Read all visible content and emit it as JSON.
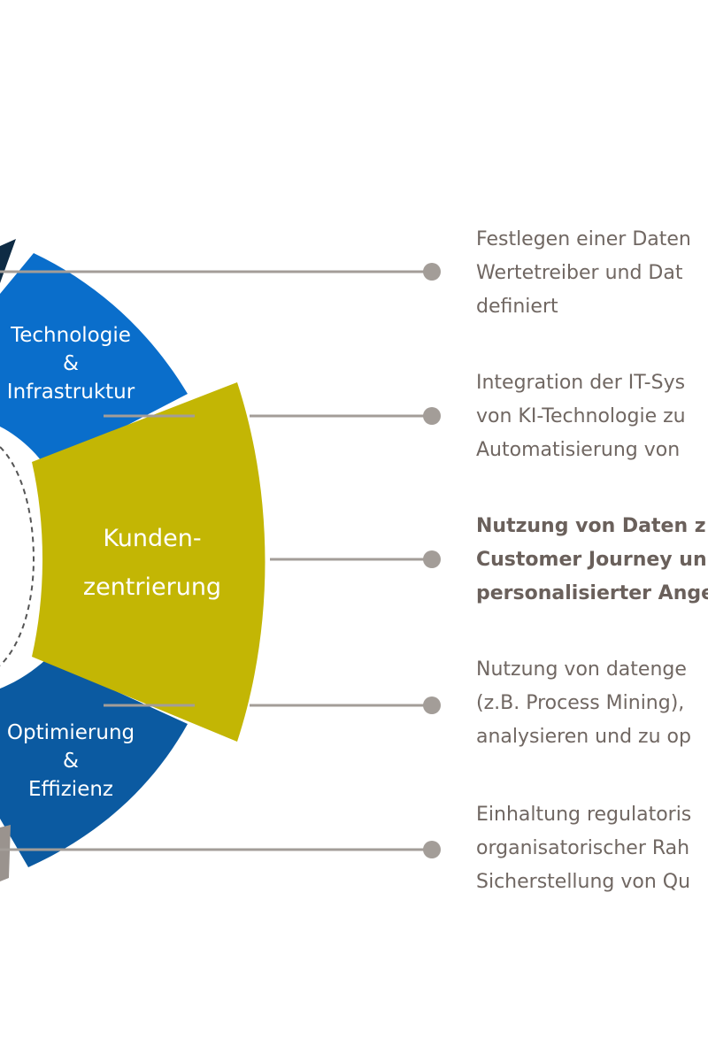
{
  "colors": {
    "blue": "#0a6ecb",
    "dark_blue": "#0b5aa1",
    "navy": "#0e2b44",
    "olive": "#c3b604",
    "gray": "#9a938e",
    "connector": "#a39d98",
    "text": "#706762"
  },
  "segments": {
    "technology": {
      "lines": [
        "Technologie",
        "&",
        "Infrastruktur"
      ]
    },
    "customer": {
      "lines": [
        "Kunden-",
        "zentrierung"
      ]
    },
    "optimization": {
      "lines": [
        "Optimierung",
        "&",
        "Effizienz"
      ]
    }
  },
  "descriptions": [
    {
      "lines": [
        "Festlegen einer Daten",
        "Wertetreiber und Dat",
        "definiert"
      ],
      "bold": false
    },
    {
      "lines": [
        "Integration der IT-Sys",
        "von KI-Technologie zu",
        "Automatisierung von"
      ],
      "bold": false
    },
    {
      "lines": [
        "Nutzung von Daten z",
        "Customer Journey un",
        "personalisierter Ange"
      ],
      "bold": true
    },
    {
      "lines": [
        "Nutzung von datenge",
        "(z.B. Process Mining),",
        "analysieren und zu op"
      ],
      "bold": false
    },
    {
      "lines": [
        "Einhaltung regulatoris",
        "organisatorischer Rah",
        "Sicherstellung von Qu"
      ],
      "bold": false
    }
  ]
}
